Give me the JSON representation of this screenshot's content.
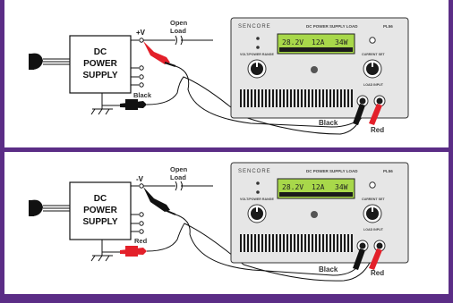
{
  "colors": {
    "frame": "#5b2d86",
    "panel": "#e6e6e6",
    "lcd": "#a8d84a",
    "red_lead": "#e3202a",
    "black_lead": "#111111",
    "label": "#333333"
  },
  "supply_box": {
    "line1": "DC",
    "line2": "POWER",
    "line3": "SUPPLY"
  },
  "load_unit": {
    "brand": "SENCORE",
    "title": "DC POWER SUPPLY LOAD",
    "model": "PL56",
    "volt_range_label": "VOLT/POWER RANGE",
    "current_set_label": "CURRENT SET",
    "load_input_label": "LOAD INPUT",
    "display": {
      "volts": "28.2V",
      "amps": "12A",
      "watts": "34W"
    }
  },
  "diagrams": [
    {
      "terminal_label": "+V",
      "open_load_label": [
        "Open",
        "Load"
      ],
      "ground_lead_label": "Black",
      "left_jack_label": "Black",
      "right_jack_label": "Red"
    },
    {
      "terminal_label": "-V",
      "open_load_label": [
        "Open",
        "Load"
      ],
      "ground_lead_label": "Red",
      "left_jack_label": "Black",
      "right_jack_label": "Red"
    }
  ]
}
